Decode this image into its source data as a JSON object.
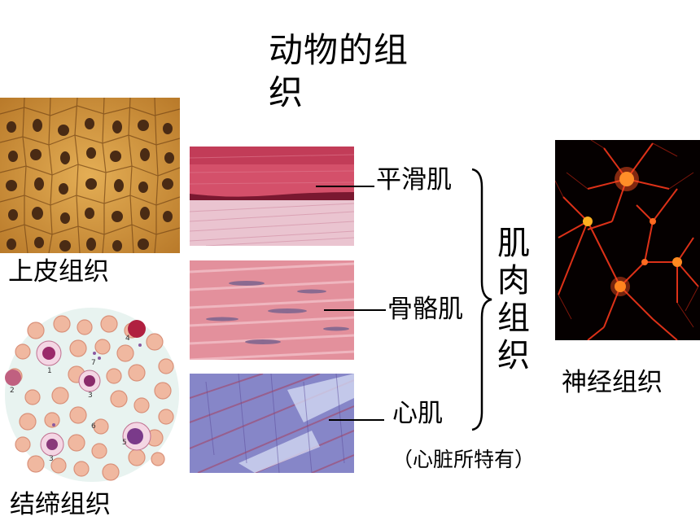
{
  "slide": {
    "title": "动物的组织",
    "labels": {
      "epithelial": "上皮组织",
      "connective": "结缔组织",
      "nervous": "神经组织",
      "muscle_group": [
        "肌",
        "肉",
        "组",
        "织"
      ],
      "smooth": "平滑肌",
      "skeletal": "骨骼肌",
      "cardiac": "心肌",
      "cardiac_note": "（心脏所特有）"
    },
    "blood_cell_numbers": [
      "1",
      "2",
      "3",
      "4",
      "5",
      "6",
      "7",
      "3"
    ],
    "colors": {
      "epithelial_bg": "#c98a32",
      "smooth_bg": "#d65a6e",
      "skeletal_bg": "#e3909c",
      "cardiac_bg": "#7c7cc4",
      "nervous_bg": "#050000",
      "neuron": "#ff3a1a"
    }
  }
}
